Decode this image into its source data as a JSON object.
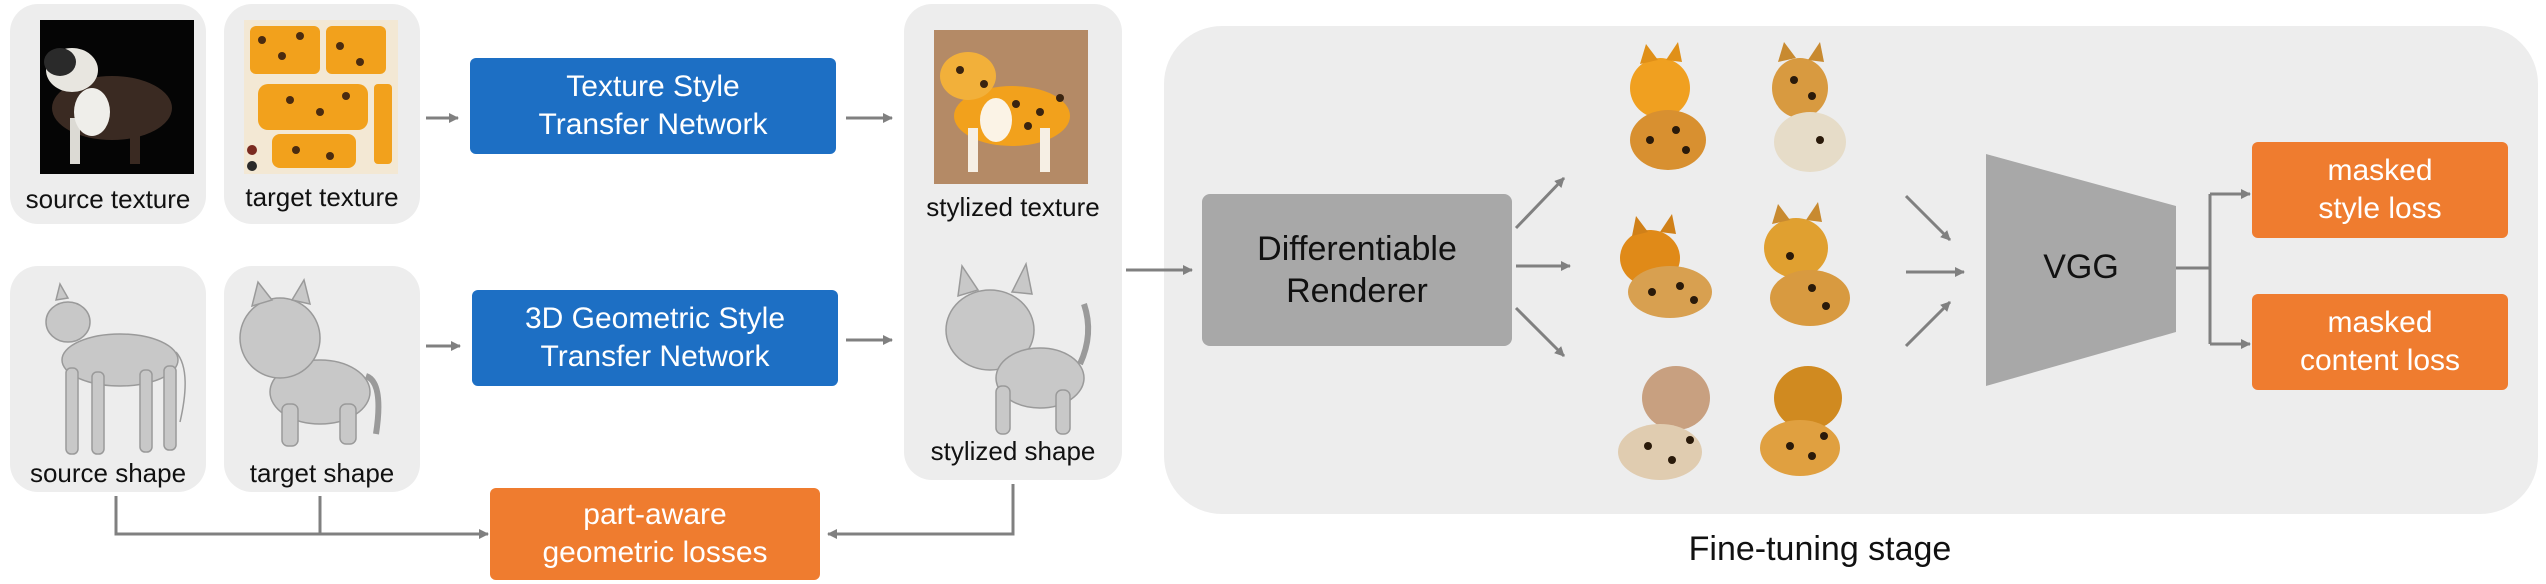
{
  "inputs": {
    "source_texture": "source texture",
    "target_texture": "target texture",
    "source_shape": "source shape",
    "target_shape": "target shape"
  },
  "networks": {
    "texture_line1": "Texture Style",
    "texture_line2": "Transfer Network",
    "geometry_line1": "3D Geometric Style",
    "geometry_line2": "Transfer Network"
  },
  "outputs": {
    "stylized_texture": "stylized texture",
    "stylized_shape": "stylized shape"
  },
  "losses": {
    "part_aware_line1": "part-aware",
    "part_aware_line2": "geometric losses",
    "style_line1": "masked",
    "style_line2": "style loss",
    "content_line1": "masked",
    "content_line2": "content loss"
  },
  "finetune": {
    "renderer_line1": "Differentiable",
    "renderer_line2": "Renderer",
    "vgg": "VGG",
    "stage_label": "Fine-tuning stage"
  },
  "colors": {
    "network_blue": "#1d6fc4",
    "loss_orange": "#ef7c2f",
    "renderer_gray": "#a8a8a8",
    "panel_gray": "#ededed",
    "arrow_gray": "#808080"
  }
}
